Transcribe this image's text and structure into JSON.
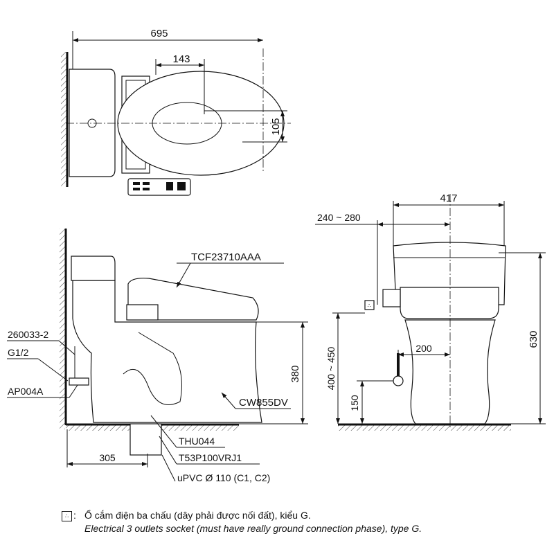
{
  "top_view": {
    "dim_overall_length": "695",
    "dim_seat_offset": "143",
    "dim_seat_width": "105"
  },
  "side_view": {
    "seat_model": "TCF23710AAA",
    "hose_part": "260033-2",
    "thread_size": "G1/2",
    "valve_part": "AP004A",
    "bowl_model": "CW855DV",
    "flange_part": "THU044",
    "adapter_part": "T53P100VRJ1",
    "drain_pipe": "uPVC Ø 110 (C1, C2)",
    "dim_rough_in": "305",
    "dim_bowl_height": "380"
  },
  "front_view": {
    "dim_width": "417",
    "dim_socket_offset": "240 ~ 280",
    "dim_total_height": "630",
    "dim_socket_height": "400 ~ 450",
    "dim_supply_height": "150",
    "dim_supply_offset": "200"
  },
  "legend": {
    "icon": "electrical-socket-icon",
    "separator": ":",
    "text_vi": "Ổ cắm điện ba chấu (dây phải được nối đất), kiểu G.",
    "text_en": "Electrical 3 outlets socket (must have really ground connection phase), type G."
  }
}
